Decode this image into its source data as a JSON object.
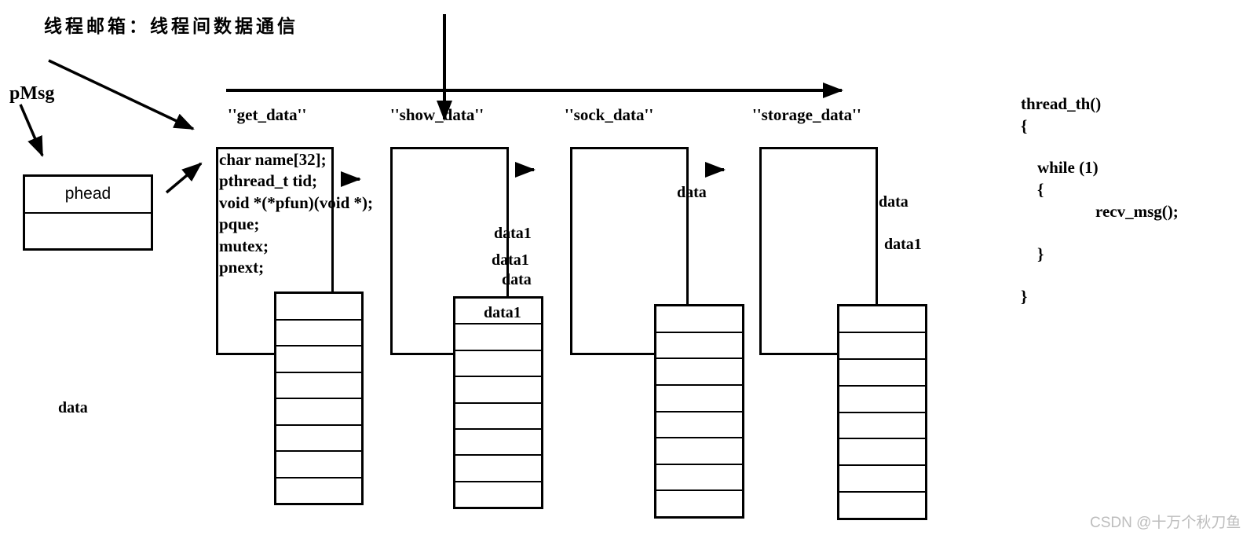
{
  "title": "线程邮箱：线程间数据通信",
  "pmsg_label": "pMsg",
  "phead": {
    "label": "phead"
  },
  "flow_labels": {
    "get": "''get_data''",
    "show": "''show_data''",
    "sock": "''sock_data''",
    "storage": "''storage_data''"
  },
  "struct_box": {
    "fields": [
      "char name[32];",
      "pthread_t tid;",
      "void *(*pfun)(void *);",
      "pque;",
      "mutex;",
      "pnext;"
    ]
  },
  "data_labels": {
    "show_q": [
      "data1",
      "data1",
      "data",
      "data1"
    ],
    "sock": "data",
    "storage": [
      "data",
      "data1"
    ],
    "bottom_left": "data"
  },
  "code_block": {
    "lines": [
      "thread_th()",
      "{",
      "while (1)",
      "{",
      "recv_msg();",
      "}",
      "}"
    ]
  },
  "watermark": "CSDN @十万个秋刀鱼",
  "colors": {
    "ink": "#000000",
    "watermark_gray": "#bdbdbd",
    "background": "#ffffff"
  }
}
